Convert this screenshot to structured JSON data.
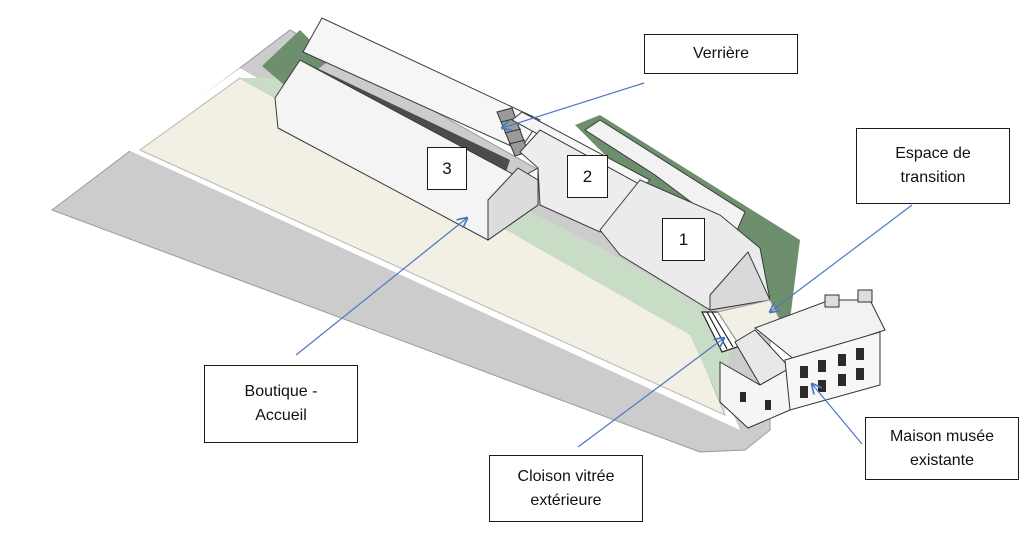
{
  "labels": {
    "verriere": "Verrière",
    "espace_transition": "Espace de\ntransition",
    "boutique_accueil": "Boutique -\nAccueil",
    "cloison_vitree": "Cloison vitrée\nextérieure",
    "maison_musee": "Maison musée\nexistante"
  },
  "building_numbers": {
    "one": "1",
    "two": "2",
    "three": "3"
  },
  "colors": {
    "ground_gray": "#cccccc",
    "terrain_beige": "#f2efe4",
    "green_strip": "#c9dcc5",
    "dark_green": "#6e8f6e",
    "roof_light": "#f6f6f6",
    "wall_shade": "#dcdcdc",
    "arrow_blue": "#4a78c2"
  }
}
